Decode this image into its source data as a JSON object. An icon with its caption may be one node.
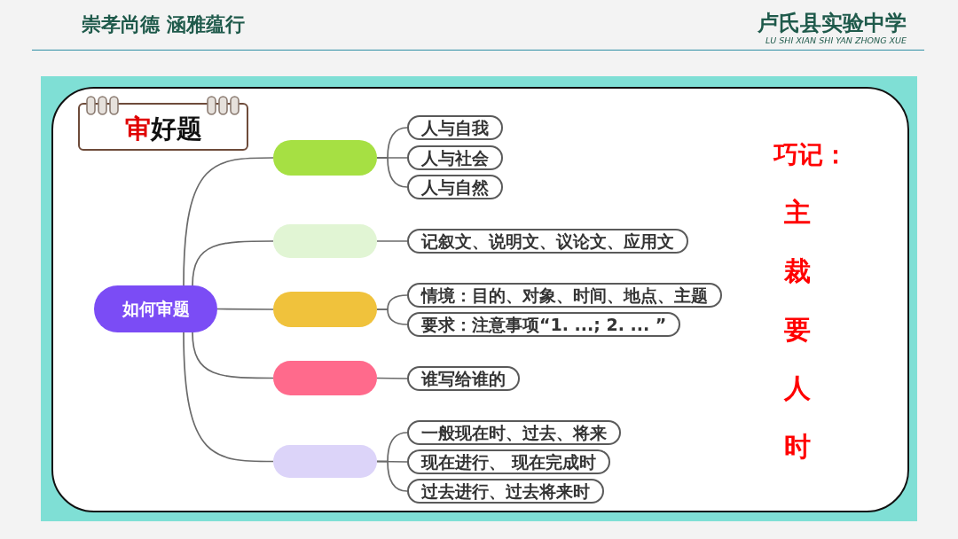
{
  "diagram": {
    "title": "审好题",
    "nodes": [
      {
        "text": [
          "如何审题"
        ]
      },
      {
        "text": [],
        "shape": "box"
      },
      {
        "text": [],
        "shape": "box"
      },
      {
        "text": [],
        "shape": "box"
      },
      {
        "text": [],
        "shape": "box"
      },
      {
        "text": [],
        "shape": "box"
      },
      {
        "text": [
          "人与自我"
        ]
      },
      {
        "text": [
          "人与社会"
        ]
      },
      {
        "text": [
          "人与自然"
        ]
      },
      {
        "text": [
          "记叙文、说明文、议论文、应用文"
        ]
      },
      {
        "text": [
          "情境：目的、对象、时间、地点、主题"
        ]
      },
      {
        "text": [
          "要求：注意事项“1. ...; 2. ... ”"
        ]
      },
      {
        "text": [
          "谁写给谁的"
        ]
      },
      {
        "text": [
          "一般现在时、过去、将来"
        ]
      },
      {
        "text": [
          "现在进行、 现在完成时"
        ]
      },
      {
        "text": [
          "过去进行、过去将来时"
        ]
      }
    ],
    "edges": [
      {
        "from": 0,
        "to": 1,
        "arrow": "none"
      },
      {
        "from": 0,
        "to": 2,
        "arrow": "none"
      },
      {
        "from": 0,
        "to": 3,
        "arrow": "none"
      },
      {
        "from": 0,
        "to": 4,
        "arrow": "none"
      },
      {
        "from": 0,
        "to": 5,
        "arrow": "none"
      },
      {
        "from": 1,
        "to": 6,
        "arrow": "none"
      },
      {
        "from": 1,
        "to": 7,
        "arrow": "none"
      },
      {
        "from": 1,
        "to": 8,
        "arrow": "none"
      },
      {
        "from": 2,
        "to": 9,
        "arrow": "none"
      },
      {
        "from": 3,
        "to": 10,
        "arrow": "none"
      },
      {
        "from": 3,
        "to": 11,
        "arrow": "none"
      },
      {
        "from": 4,
        "to": 12,
        "arrow": "none"
      },
      {
        "from": 5,
        "to": 13,
        "arrow": "none"
      },
      {
        "from": 5,
        "to": 14,
        "arrow": "none"
      },
      {
        "from": 5,
        "to": 15,
        "arrow": "none"
      }
    ],
    "labels": [
      "崇孝尚德 涵雅蕴行",
      "卢氏县实验中学",
      "LU SHI XIAN SHI YAN ZHONG XUE",
      "巧记：",
      "主裁要人时"
    ]
  }
}
